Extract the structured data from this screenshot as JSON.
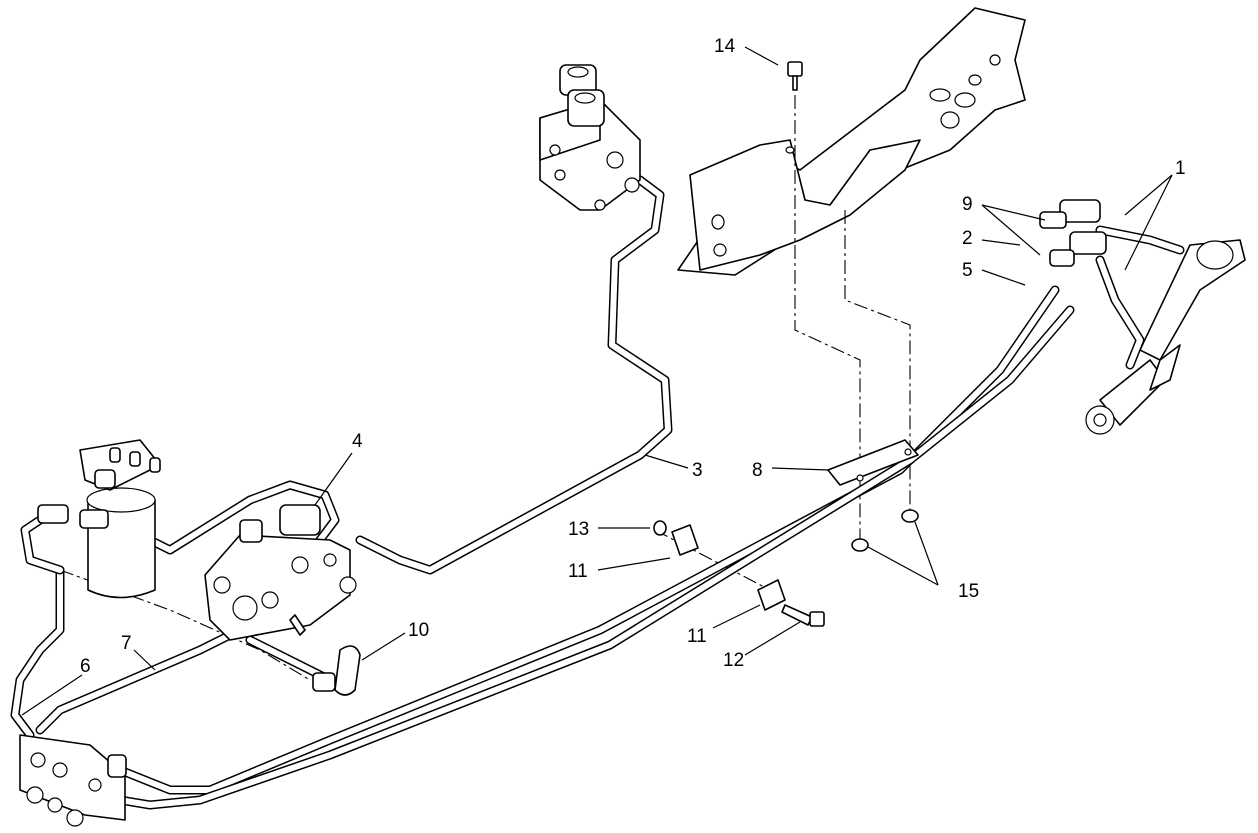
{
  "callouts": {
    "c1": "1",
    "c2": "2",
    "c3": "3",
    "c4": "4",
    "c5": "5",
    "c6": "6",
    "c7": "7",
    "c8": "8",
    "c9": "9",
    "c10": "10",
    "c11a": "11",
    "c11b": "11",
    "c12": "12",
    "c13": "13",
    "c14": "14",
    "c15": "15"
  }
}
